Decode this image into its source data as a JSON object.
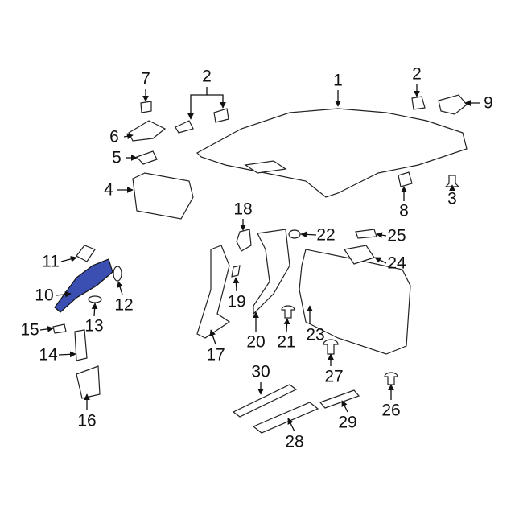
{
  "diagram": {
    "highlight_color": "#3b4fb3",
    "highlighted_part": "10",
    "callouts": [
      {
        "id": "c1",
        "text": "1"
      },
      {
        "id": "c2a",
        "text": "2"
      },
      {
        "id": "c2b",
        "text": "2"
      },
      {
        "id": "c3",
        "text": "3"
      },
      {
        "id": "c4",
        "text": "4"
      },
      {
        "id": "c5",
        "text": "5"
      },
      {
        "id": "c6",
        "text": "6"
      },
      {
        "id": "c7",
        "text": "7"
      },
      {
        "id": "c8",
        "text": "8"
      },
      {
        "id": "c9",
        "text": "9"
      },
      {
        "id": "c10",
        "text": "10"
      },
      {
        "id": "c11",
        "text": "11"
      },
      {
        "id": "c12",
        "text": "12"
      },
      {
        "id": "c13",
        "text": "13"
      },
      {
        "id": "c14",
        "text": "14"
      },
      {
        "id": "c15",
        "text": "15"
      },
      {
        "id": "c16",
        "text": "16"
      },
      {
        "id": "c17",
        "text": "17"
      },
      {
        "id": "c18",
        "text": "18"
      },
      {
        "id": "c19",
        "text": "19"
      },
      {
        "id": "c20",
        "text": "20"
      },
      {
        "id": "c21",
        "text": "21"
      },
      {
        "id": "c22",
        "text": "22"
      },
      {
        "id": "c23",
        "text": "23"
      },
      {
        "id": "c24",
        "text": "24"
      },
      {
        "id": "c25",
        "text": "25"
      },
      {
        "id": "c26",
        "text": "26"
      },
      {
        "id": "c27",
        "text": "27"
      },
      {
        "id": "c28",
        "text": "28"
      },
      {
        "id": "c29",
        "text": "29"
      },
      {
        "id": "c30",
        "text": "30"
      }
    ]
  }
}
